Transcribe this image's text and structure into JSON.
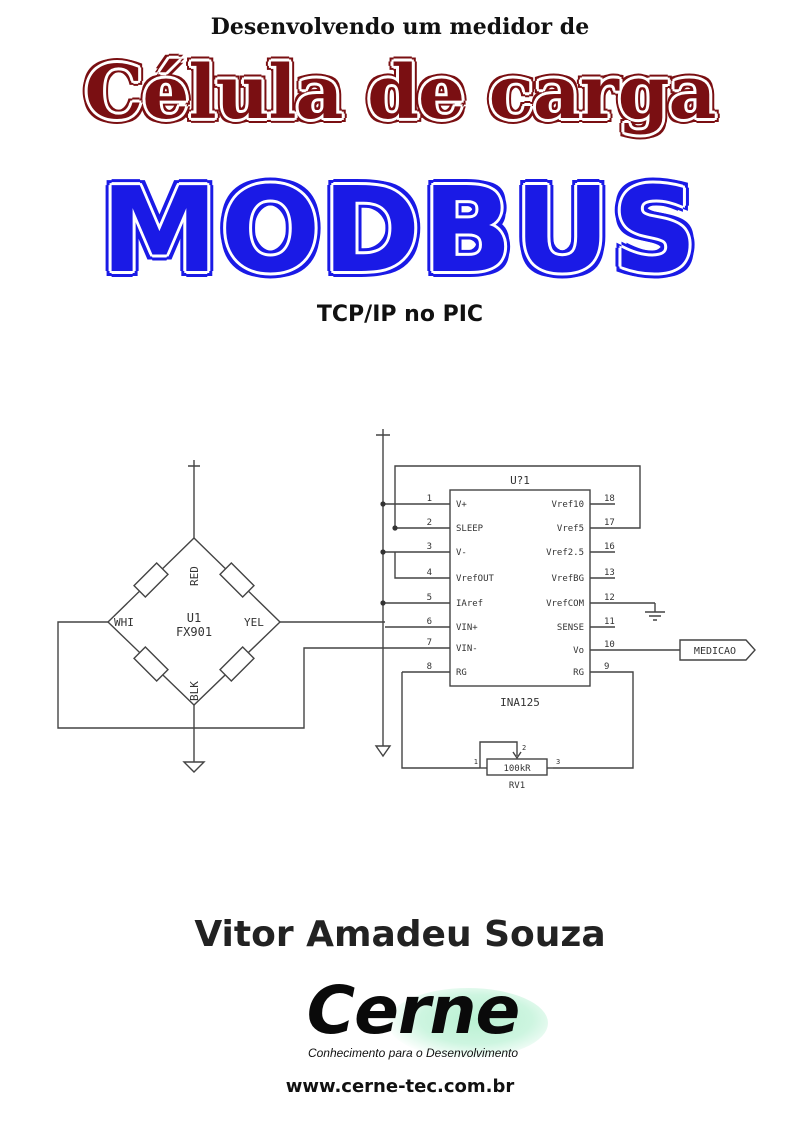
{
  "cover": {
    "pre_title": "Desenvolvendo um medidor de",
    "main_title": "Célula de carga",
    "sub_title": "MODBUS",
    "tagline": "TCP/IP no PIC",
    "author": "Vitor Amadeu Souza",
    "website": "www.cerne-tec.com.br",
    "title_color": "#7a0f12",
    "modbus_color": "#1a1ae6"
  },
  "publisher": {
    "name": "Cerne",
    "slogan": "Conhecimento para o Desenvolvimento"
  },
  "schematic": {
    "bridge": {
      "ref": "U1",
      "part": "FX901",
      "labels": {
        "top": "RED",
        "left": "WHI",
        "right": "YEL",
        "bottom": "BLK"
      }
    },
    "amplifier": {
      "ref": "U?1",
      "part": "INA125",
      "left_pins": [
        {
          "num": "1",
          "name": "V+"
        },
        {
          "num": "2",
          "name": "SLEEP"
        },
        {
          "num": "3",
          "name": "V-"
        },
        {
          "num": "4",
          "name": "VrefOUT"
        },
        {
          "num": "5",
          "name": "IAref"
        },
        {
          "num": "6",
          "name": "VIN+"
        },
        {
          "num": "7",
          "name": "VIN-"
        },
        {
          "num": "8",
          "name": "RG"
        }
      ],
      "right_pins": [
        {
          "num": "18",
          "name": "Vref10"
        },
        {
          "num": "17",
          "name": "Vref5"
        },
        {
          "num": "16",
          "name": "Vref2.5"
        },
        {
          "num": "13",
          "name": "VrefBG"
        },
        {
          "num": "12",
          "name": "VrefCOM"
        },
        {
          "num": "11",
          "name": "SENSE"
        },
        {
          "num": "10",
          "name": "Vo"
        },
        {
          "num": "9",
          "name": "RG"
        }
      ]
    },
    "potentiometer": {
      "ref": "RV1",
      "value": "100kR",
      "pin1": "1",
      "pin2": "2",
      "pin3": "3"
    },
    "output_label": "MEDICAO"
  }
}
